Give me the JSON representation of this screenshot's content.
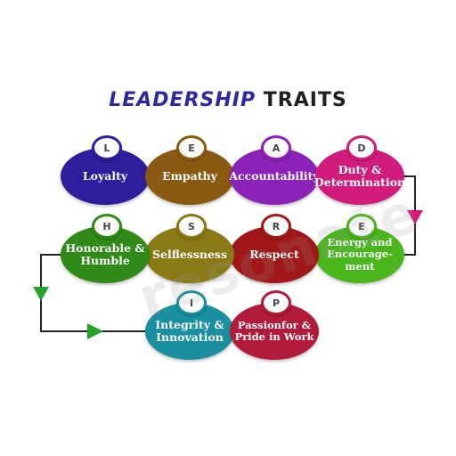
{
  "title": {
    "word1": "LEADERSHIP",
    "word2": "TRAITS"
  },
  "watermark": "resonate",
  "colors": {
    "loyalty": "#2e1e9e",
    "empathy": "#8a5a13",
    "accountability": "#8c22b8",
    "duty": "#d21c7c",
    "honorable": "#2f8a18",
    "selflessness": "#8a7a16",
    "respect": "#a01818",
    "energy": "#49b61c",
    "integrity": "#1a8fa0",
    "passion": "#b21a3a",
    "arrow_pink": "#d81b72",
    "arrow_green": "#27a22a"
  },
  "traits": {
    "loyalty": {
      "letter": "L",
      "label": "Loyalty"
    },
    "empathy": {
      "letter": "E",
      "label": "Empathy"
    },
    "accountability": {
      "letter": "A",
      "label": "Accountability"
    },
    "duty": {
      "letter": "D",
      "label": "Duty & Determination"
    },
    "honorable": {
      "letter": "H",
      "label": "Honorable & Humble"
    },
    "selflessness": {
      "letter": "S",
      "label": "Selflessness"
    },
    "respect": {
      "letter": "R",
      "label": "Respect"
    },
    "energy": {
      "letter": "E",
      "label": "Energy and Encourage-ment"
    },
    "integrity": {
      "letter": "I",
      "label": "Integrity & Innovation"
    },
    "passion": {
      "letter": "P",
      "label": "Passionfor & Pride in Work"
    }
  }
}
